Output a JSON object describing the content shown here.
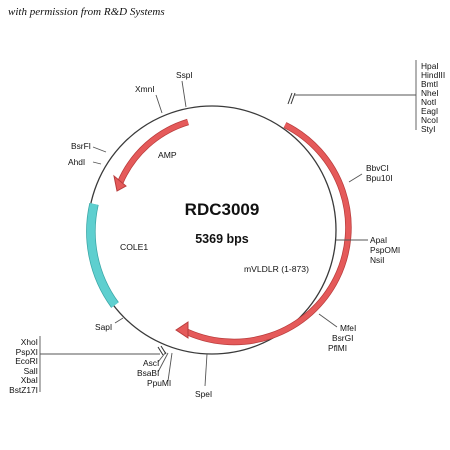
{
  "header": {
    "permission": "with permission from R&D Systems"
  },
  "plasmid": {
    "name": "RDC3009",
    "size_label": "5369 bps"
  },
  "colors": {
    "backbone": "#3a3a3a",
    "arrow": "#e55a5a",
    "origin": "#5ecfcf"
  },
  "features": [
    {
      "label": "AMP",
      "kind": "arrow",
      "color": "#e55a5a"
    },
    {
      "label": "mVLDLR (1-873)",
      "kind": "arrow",
      "color": "#e55a5a"
    },
    {
      "label": "COLE1",
      "kind": "box",
      "color": "#5ecfcf"
    }
  ],
  "sites": {
    "single_left": [
      "XmnI",
      "BsrFI",
      "AhdI",
      "SapI"
    ],
    "single_top": [
      "SspI"
    ],
    "top_right_cluster": [
      "HpaI",
      "HindIII",
      "BmtI",
      "NheI",
      "NotI",
      "EagI",
      "NcoI",
      "StyI"
    ],
    "bbvci_group": [
      "BbvCI",
      "Bpu10I"
    ],
    "apai_group": [
      "ApaI",
      "PspOMI",
      "NsiI"
    ],
    "mfei_group": [
      "MfeI",
      "BsrGI",
      "PflMI"
    ],
    "left_cluster": [
      "XhoI",
      "PspXI",
      "EcoRI",
      "SalI",
      "XbaI",
      "BstZ17I"
    ],
    "bottom_group": [
      "AscI",
      "BsaBI",
      "PpuMI"
    ],
    "spei": [
      "SpeI"
    ]
  }
}
